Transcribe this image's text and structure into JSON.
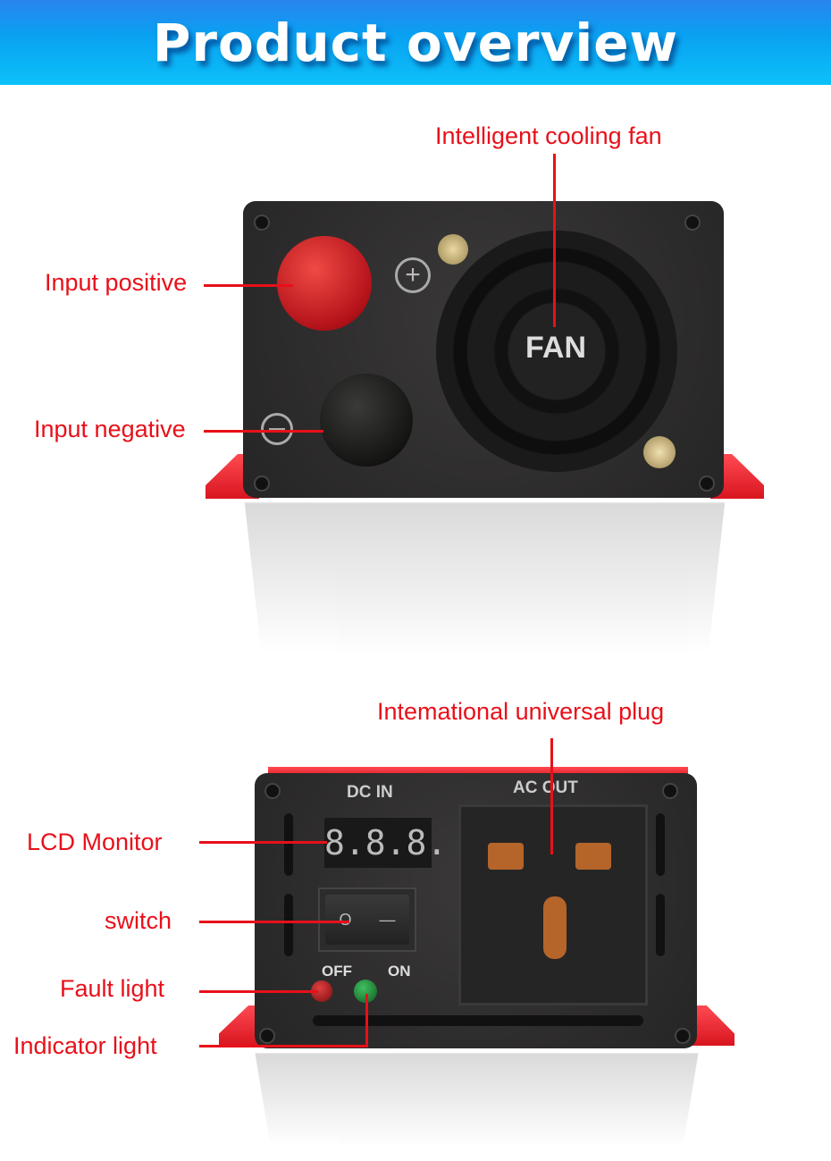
{
  "header": {
    "title": "Product overview"
  },
  "top_view": {
    "labels": {
      "fan": "Intelligent cooling fan",
      "positive": "Input positive",
      "negative": "Input negative"
    },
    "fan_text": "FAN"
  },
  "bottom_view": {
    "labels": {
      "plug": "Intemational universal plug",
      "lcd": "LCD Monitor",
      "switch": "switch",
      "fault": "Fault light",
      "indicator": "Indicator light"
    },
    "panel": {
      "dc_in": "DC IN",
      "ac_out": "AC OUT",
      "lcd_digits": "8.8.8.",
      "off": "OFF",
      "on": "ON",
      "switch_off_symbol": "O",
      "switch_on_symbol": "—"
    }
  },
  "colors": {
    "label_red": "#e8101a",
    "header_blue": "#0aa0f2",
    "led_fault": "#c0181c",
    "led_indicator": "#1f8a3a"
  }
}
